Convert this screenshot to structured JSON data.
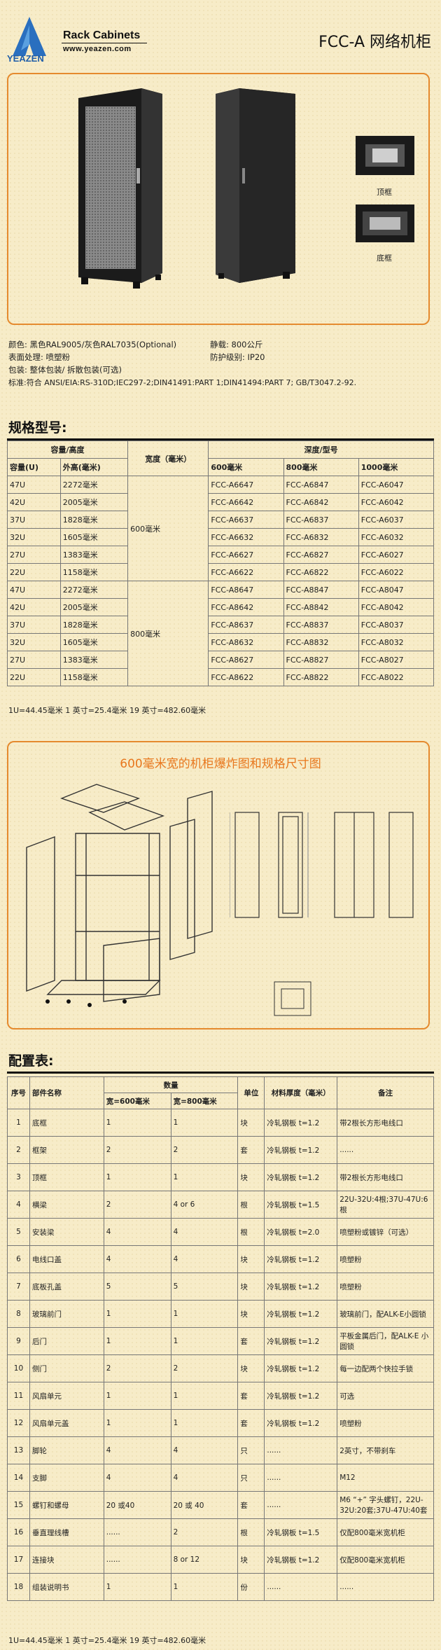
{
  "header": {
    "logo_text": "YEAZEN",
    "brand_title": "Rack Cabinets",
    "brand_url": "www.yeazen.com",
    "product_title": "FCC-A 网络机柜"
  },
  "photos": {
    "top_frame_label": "顶框",
    "bottom_frame_label": "底框"
  },
  "specs": {
    "color": "颜色: 黑色RAL9005/灰色RAL7035(Optional)",
    "load": "静载: 800公斤",
    "surface": "表面处理: 喷塑粉",
    "protection": "防护级别: IP20",
    "packing": "包装: 整体包装/ 拆散包装(可选)",
    "standard": "标准:符合 ANSI/EIA:RS-310D;IEC297-2;DIN41491:PART 1;DIN41494:PART 7; GB/T3047.2-92."
  },
  "model_section": {
    "title": "规格型号:",
    "header": {
      "capacity_height": "容量/高度",
      "width": "宽度（毫米）",
      "depth_model": "深度/型号",
      "capacity": "容量(U)",
      "outer_height": "外高(毫米)",
      "d600": "600毫米",
      "d800": "800毫米",
      "d1000": "1000毫米"
    },
    "groups": [
      {
        "width": "600毫米",
        "rows": [
          {
            "u": "47U",
            "h": "2272毫米",
            "m600": "FCC-A6647",
            "m800": "FCC-A6847",
            "m1000": "FCC-A6047"
          },
          {
            "u": "42U",
            "h": "2005毫米",
            "m600": "FCC-A6642",
            "m800": "FCC-A6842",
            "m1000": "FCC-A6042"
          },
          {
            "u": "37U",
            "h": "1828毫米",
            "m600": "FCC-A6637",
            "m800": "FCC-A6837",
            "m1000": "FCC-A6037"
          },
          {
            "u": "32U",
            "h": "1605毫米",
            "m600": "FCC-A6632",
            "m800": "FCC-A6832",
            "m1000": "FCC-A6032"
          },
          {
            "u": "27U",
            "h": "1383毫米",
            "m600": "FCC-A6627",
            "m800": "FCC-A6827",
            "m1000": "FCC-A6027"
          },
          {
            "u": "22U",
            "h": "1158毫米",
            "m600": "FCC-A6622",
            "m800": "FCC-A6822",
            "m1000": "FCC-A6022"
          }
        ]
      },
      {
        "width": "800毫米",
        "rows": [
          {
            "u": "47U",
            "h": "2272毫米",
            "m600": "FCC-A8647",
            "m800": "FCC-A8847",
            "m1000": "FCC-A8047"
          },
          {
            "u": "42U",
            "h": "2005毫米",
            "m600": "FCC-A8642",
            "m800": "FCC-A8842",
            "m1000": "FCC-A8042"
          },
          {
            "u": "37U",
            "h": "1828毫米",
            "m600": "FCC-A8637",
            "m800": "FCC-A8837",
            "m1000": "FCC-A8037"
          },
          {
            "u": "32U",
            "h": "1605毫米",
            "m600": "FCC-A8632",
            "m800": "FCC-A8832",
            "m1000": "FCC-A8032"
          },
          {
            "u": "27U",
            "h": "1383毫米",
            "m600": "FCC-A8627",
            "m800": "FCC-A8827",
            "m1000": "FCC-A8027"
          },
          {
            "u": "22U",
            "h": "1158毫米",
            "m600": "FCC-A8622",
            "m800": "FCC-A8822",
            "m1000": "FCC-A8022"
          }
        ]
      }
    ],
    "note": "1U=44.45毫米      1 英寸=25.4毫米      19 英寸=482.60毫米"
  },
  "diagram": {
    "title": "600毫米宽的机柜爆炸图和规格尺寸图"
  },
  "config_section": {
    "title": "配置表:",
    "header": {
      "no": "序号",
      "part": "部件名称",
      "qty": "数量",
      "qty600": "宽=600毫米",
      "qty800": "宽=800毫米",
      "unit": "单位",
      "material": "材料厚度（毫米）",
      "remark": "备注"
    },
    "rows": [
      {
        "no": "1",
        "part": "底框",
        "q600": "1",
        "q800": "1",
        "unit": "块",
        "mat": "冷轧钢板 t=1.2",
        "remark": "带2根长方形电线口"
      },
      {
        "no": "2",
        "part": "框架",
        "q600": "2",
        "q800": "2",
        "unit": "套",
        "mat": "冷轧钢板 t=1.2",
        "remark": "......"
      },
      {
        "no": "3",
        "part": "顶框",
        "q600": "1",
        "q800": "1",
        "unit": "块",
        "mat": "冷轧钢板 t=1.2",
        "remark": "带2根长方形电线口"
      },
      {
        "no": "4",
        "part": "横梁",
        "q600": "2",
        "q800": "4 or 6",
        "unit": "根",
        "mat": "冷轧钢板 t=1.5",
        "remark": "22U-32U:4根;37U-47U:6根"
      },
      {
        "no": "5",
        "part": "安装梁",
        "q600": "4",
        "q800": "4",
        "unit": "根",
        "mat": "冷轧钢板 t=2.0",
        "remark": "喷塑粉或镀锌（可选）"
      },
      {
        "no": "6",
        "part": "电线口盖",
        "q600": "4",
        "q800": "4",
        "unit": "块",
        "mat": "冷轧钢板 t=1.2",
        "remark": "喷塑粉"
      },
      {
        "no": "7",
        "part": "底板孔盖",
        "q600": "5",
        "q800": "5",
        "unit": "块",
        "mat": "冷轧钢板 t=1.2",
        "remark": "喷塑粉"
      },
      {
        "no": "8",
        "part": "玻璃前门",
        "q600": "1",
        "q800": "1",
        "unit": "块",
        "mat": "冷轧钢板 t=1.2",
        "remark": "玻璃前门，配ALK-E小圆锁"
      },
      {
        "no": "9",
        "part": "后门",
        "q600": "1",
        "q800": "1",
        "unit": "套",
        "mat": "冷轧钢板 t=1.2",
        "remark": "平板金属后门，配ALK-E 小圆锁"
      },
      {
        "no": "10",
        "part": "侧门",
        "q600": "2",
        "q800": "2",
        "unit": "块",
        "mat": "冷轧钢板 t=1.2",
        "remark": "每一边配两个快拉手锁"
      },
      {
        "no": "11",
        "part": "风扇单元",
        "q600": "1",
        "q800": "1",
        "unit": "套",
        "mat": "冷轧钢板 t=1.2",
        "remark": "可选"
      },
      {
        "no": "12",
        "part": "风扇单元盖",
        "q600": "1",
        "q800": "1",
        "unit": "套",
        "mat": "冷轧钢板 t=1.2",
        "remark": "喷塑粉"
      },
      {
        "no": "13",
        "part": "脚轮",
        "q600": "4",
        "q800": "4",
        "unit": "只",
        "mat": "......",
        "remark": "2英寸，不带刹车"
      },
      {
        "no": "14",
        "part": "支脚",
        "q600": "4",
        "q800": "4",
        "unit": "只",
        "mat": "......",
        "remark": "M12"
      },
      {
        "no": "15",
        "part": "螺钉和螺母",
        "q600": "20 或40",
        "q800": "20 或 40",
        "unit": "套",
        "mat": "......",
        "remark": "M6 “+” 字头螺钉，22U-32U:20套;37U-47U:40套"
      },
      {
        "no": "16",
        "part": "垂直理线槽",
        "q600": "......",
        "q800": "2",
        "unit": "根",
        "mat": "冷轧钢板 t=1.5",
        "remark": "仅配800毫米宽机柜"
      },
      {
        "no": "17",
        "part": "连接块",
        "q600": "......",
        "q800": "8 or 12",
        "unit": "块",
        "mat": "冷轧钢板 t=1.2",
        "remark": "仅配800毫米宽机柜"
      },
      {
        "no": "18",
        "part": "组装说明书",
        "q600": "1",
        "q800": "1",
        "unit": "份",
        "mat": "......",
        "remark": "......"
      }
    ],
    "note": "1U=44.45毫米      1 英寸=25.4毫米      19 英寸=482.60毫米"
  }
}
